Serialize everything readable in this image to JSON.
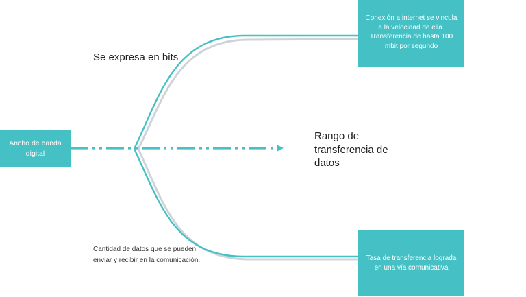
{
  "nodes": {
    "root": "Ancho de banda digital",
    "top": "Conexión a internet  se vincula a la velocidad de ella. Transferencia de hasta 100 mbit por segundo",
    "bottom": "Tasa de transferencia lograda en una vía comunicativa"
  },
  "labels": {
    "top_branch": "Se expresa en bits",
    "center": "Rango de transferencia de datos",
    "bottom_branch": "Cantidad de datos que se pueden enviar y recibir en la comunicación."
  },
  "colors": {
    "accent": "#45c1c6",
    "shadow_line": "#cfd3d6",
    "text": "#222222"
  }
}
